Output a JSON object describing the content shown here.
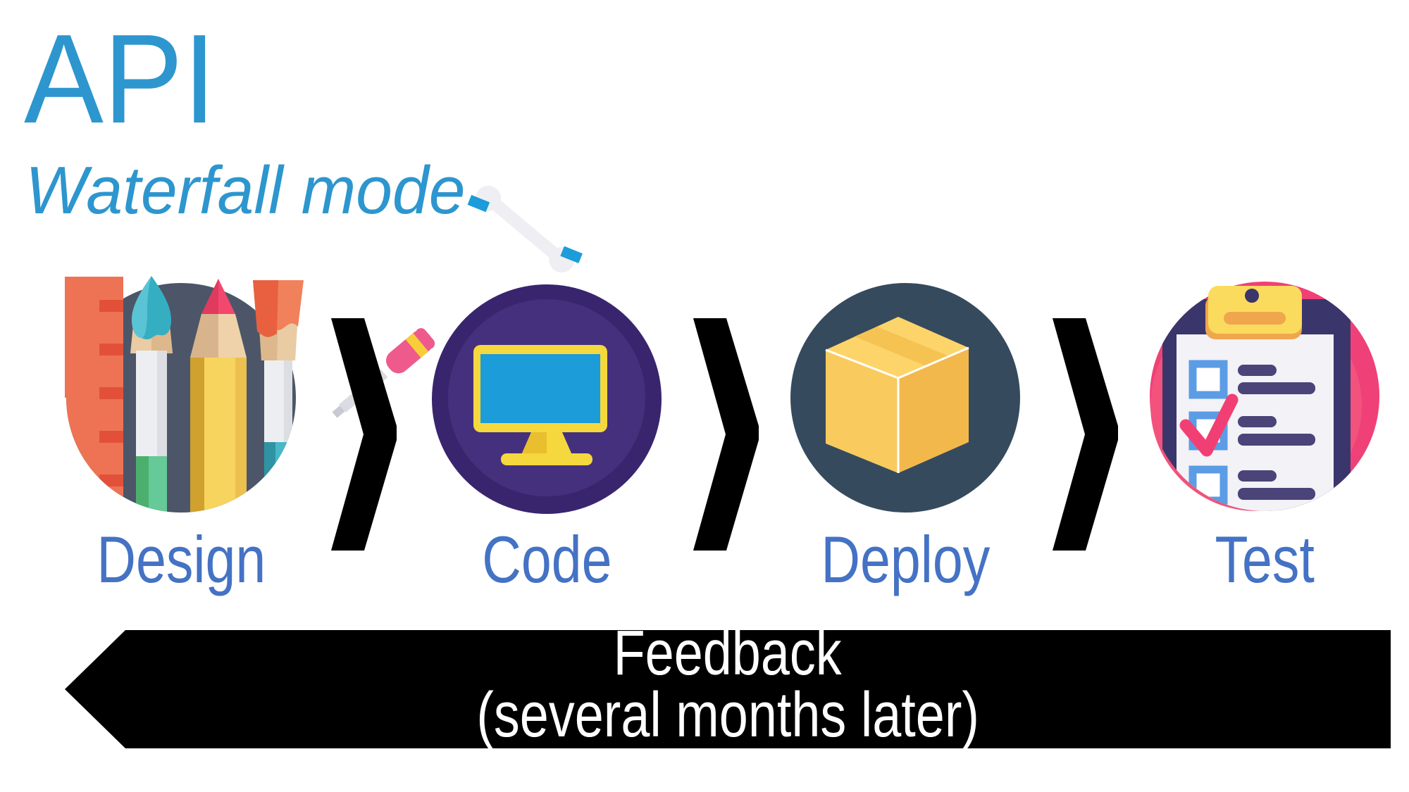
{
  "header": {
    "title": "API",
    "subtitle": "Waterfall mode"
  },
  "stages": [
    {
      "label": "Design",
      "icon": "design-tools-icon"
    },
    {
      "label": "Code",
      "icon": "monitor-with-tools-icon"
    },
    {
      "label": "Deploy",
      "icon": "package-box-icon"
    },
    {
      "label": "Test",
      "icon": "clipboard-checklist-icon"
    }
  ],
  "separators": {
    "shape": "chevron-right",
    "count": 3
  },
  "feedback_arrow": {
    "direction": "left",
    "line1": "Feedback",
    "line2": "(several months later)"
  },
  "colors": {
    "title_blue": "#2D96CE",
    "label_blue": "#4472C4",
    "arrow_black": "#000000",
    "arrow_text": "#FFFFFF",
    "design_circle": "#4C5668",
    "code_circle_outer": "#39256E",
    "code_circle_inner": "#45307E",
    "deploy_circle": "#364A5E",
    "test_circle": "#EF4077"
  }
}
